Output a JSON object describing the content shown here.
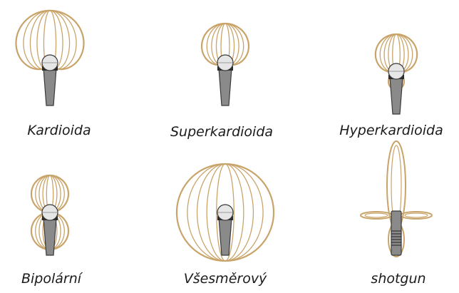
{
  "colors": {
    "pattern": "#c9a46a",
    "mic_head": "#e6e6e6",
    "mic_body": "#8a8a8a",
    "mic_outline": "#3a3a3a",
    "text": "#1b1b1b"
  },
  "patterns": [
    {
      "id": "kardioida",
      "label": "Kardioida",
      "type": "cardioid",
      "mic": "handheld"
    },
    {
      "id": "superkardioida",
      "label": "Superkardioida",
      "type": "supercardioid",
      "mic": "handheld"
    },
    {
      "id": "hyperkardioida",
      "label": "Hyperkardioida",
      "type": "hypercardioid",
      "mic": "handheld"
    },
    {
      "id": "bipolarni",
      "label": "Bipolární",
      "type": "figure-eight",
      "mic": "handheld"
    },
    {
      "id": "vsesmerovy",
      "label": "Všesměrový",
      "type": "omnidirectional",
      "mic": "handheld"
    },
    {
      "id": "shotgun",
      "label": "shotgun",
      "type": "shotgun",
      "mic": "shotgun"
    }
  ]
}
